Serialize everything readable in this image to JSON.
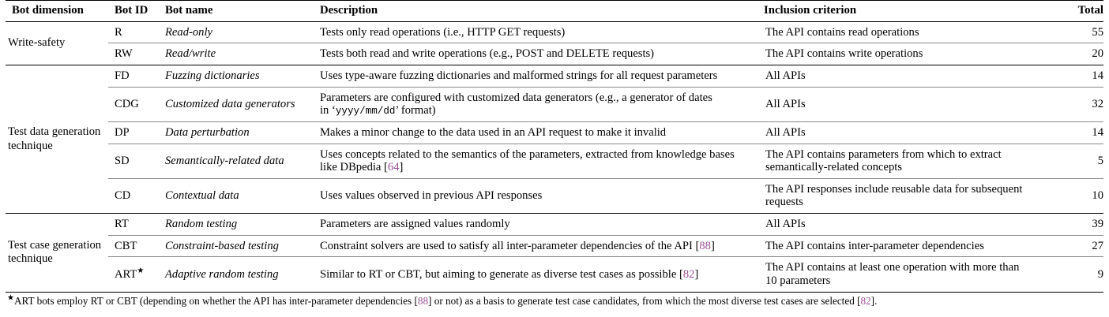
{
  "table": {
    "columns": [
      {
        "key": "dimension",
        "label": "Bot dimension"
      },
      {
        "key": "bot_id",
        "label": "Bot ID"
      },
      {
        "key": "bot_name",
        "label": "Bot name"
      },
      {
        "key": "description",
        "label": "Description"
      },
      {
        "key": "inclusion",
        "label": "Inclusion criterion"
      },
      {
        "key": "total",
        "label": "Total"
      }
    ],
    "groups": [
      {
        "dimension": "Write-safety",
        "rows": [
          {
            "bot_id": "R",
            "bot_name": "Read-only",
            "description": "Tests only read operations (i.e., HTTP GET requests)",
            "inclusion": "The API contains read operations",
            "total": "55"
          },
          {
            "bot_id": "RW",
            "bot_name": "Read/write",
            "description": "Tests both read and write operations (e.g., POST and DELETE requests)",
            "inclusion": "The API contains write operations",
            "total": "20"
          }
        ]
      },
      {
        "dimension": "Test data generation technique",
        "rows": [
          {
            "bot_id": "FD",
            "bot_name": "Fuzzing dictionaries",
            "description": "Uses type-aware fuzzing dictionaries and malformed strings for all request parameters",
            "inclusion": "All APIs",
            "total": "14"
          },
          {
            "bot_id": "CDG",
            "bot_name": "Customized data generators",
            "description_line1": "Parameters are configured with customized data generators (e.g., a generator of dates",
            "description_line2_pre": "in ‘",
            "description_line2_mono": "yyyy/mm/dd",
            "description_line2_post": "’ format)",
            "inclusion": "All APIs",
            "total": "32"
          },
          {
            "bot_id": "DP",
            "bot_name": "Data perturbation",
            "description": "Makes a minor change to the data used in an API request to make it invalid",
            "inclusion": "All APIs",
            "total": "14"
          },
          {
            "bot_id": "SD",
            "bot_name": "Semantically-related data",
            "description_pre": "Uses concepts related to the semantics of the parameters, extracted from knowledge bases like DBpedia [",
            "description_cite": "64",
            "description_post": "]",
            "inclusion": "The API contains parameters from which to extract semantically-related concepts",
            "total": "5"
          },
          {
            "bot_id": "CD",
            "bot_name": "Contextual data",
            "description": "Uses values observed in previous API responses",
            "inclusion": "The API responses include reusable data for subsequent requests",
            "total": "10"
          }
        ]
      },
      {
        "dimension": "Test case generation technique",
        "rows": [
          {
            "bot_id": "RT",
            "bot_name": "Random testing",
            "description": "Parameters are assigned values randomly",
            "inclusion": "All APIs",
            "total": "39"
          },
          {
            "bot_id": "CBT",
            "bot_name": "Constraint-based testing",
            "description_pre": "Constraint solvers are used to satisfy all inter-parameter dependencies of the API [",
            "description_cite": "88",
            "description_post": "]",
            "inclusion": "The API contains inter-parameter dependencies",
            "total": "27"
          },
          {
            "bot_id": "ART",
            "bot_id_star": "★",
            "bot_name": "Adaptive random testing",
            "description_pre": "Similar to RT or CBT, but aiming to generate as diverse test cases as possible [",
            "description_cite": "82",
            "description_post": "]",
            "inclusion": "The API contains at least one operation with more than 10 parameters",
            "total": "9"
          }
        ]
      }
    ]
  },
  "footnote": {
    "star": "★",
    "part1": "ART bots employ RT or CBT (depending on whether the API has inter-parameter dependencies [",
    "cite1": "88",
    "part2": "] or not) as a basis to generate test case candidates, from which the most diverse test cases are selected [",
    "cite2": "82",
    "part3": "]."
  },
  "colors": {
    "citation": "#9b4f96",
    "rule": "#000000",
    "sub_rule": "#8a8a8a",
    "text": "#000000",
    "background": "#ffffff"
  }
}
